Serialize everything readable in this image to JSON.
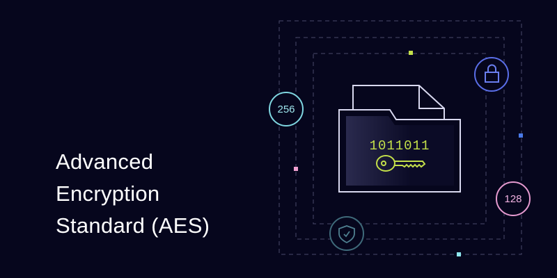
{
  "title_lines": [
    "Advanced",
    "Encryption",
    "Standard (AES)"
  ],
  "binary_text": "1011011",
  "badges": {
    "left": "256",
    "right": "128"
  },
  "colors": {
    "background": "#06061d",
    "green": "#c4e04a",
    "blue": "#5a6ee8",
    "cyan": "#7fd6e0",
    "pink": "#e69ad0",
    "folder": "#d9d9f0"
  }
}
